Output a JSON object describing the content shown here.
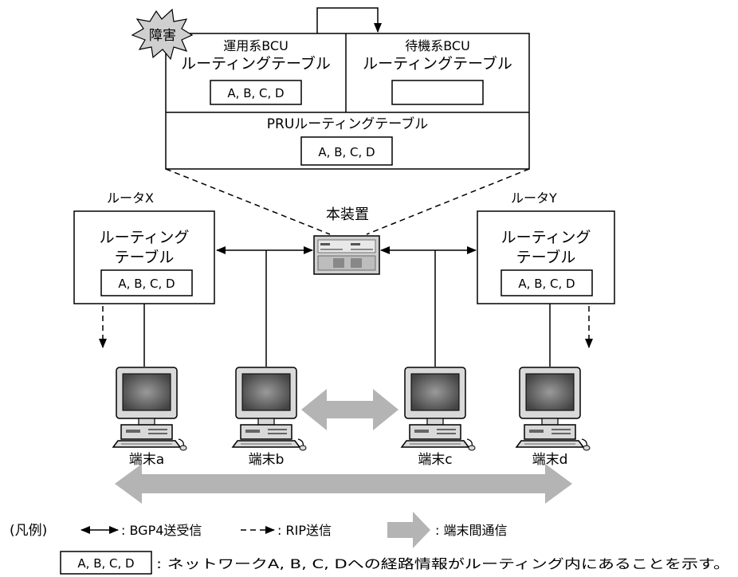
{
  "failure_badge": "障害",
  "top_panel": {
    "active_bcu": {
      "title": "運用系BCU",
      "table": "ルーティングテーブル",
      "entries": "A, B, C, D"
    },
    "standby_bcu": {
      "title": "待機系BCU",
      "table": "ルーティングテーブル",
      "entries": ""
    },
    "pru": {
      "title": "PRUルーティングテーブル",
      "entries": "A, B, C, D"
    }
  },
  "device": {
    "label": "本装置"
  },
  "router_x": {
    "name": "ルータX",
    "table_line1": "ルーティング",
    "table_line2": "テーブル",
    "entries": "A, B, C, D"
  },
  "router_y": {
    "name": "ルータY",
    "table_line1": "ルーティング",
    "table_line2": "テーブル",
    "entries": "A, B, C, D"
  },
  "terminals": [
    "端末a",
    "端末b",
    "端末c",
    "端末d"
  ],
  "legend": {
    "prefix": "(凡例)",
    "bgp": ": BGP4送受信",
    "rip": ": RIP送信",
    "terminal_comm": ": 端末間通信",
    "entries_sample": "A, B, C, D",
    "entries_desc": ": ネットワークA, B, C, Dへの経路情報がルーティング内にあることを示す。"
  },
  "colors": {
    "line": "#000000",
    "arrow_gray": "#b4b4b4",
    "monitor_screen": "#555555"
  }
}
